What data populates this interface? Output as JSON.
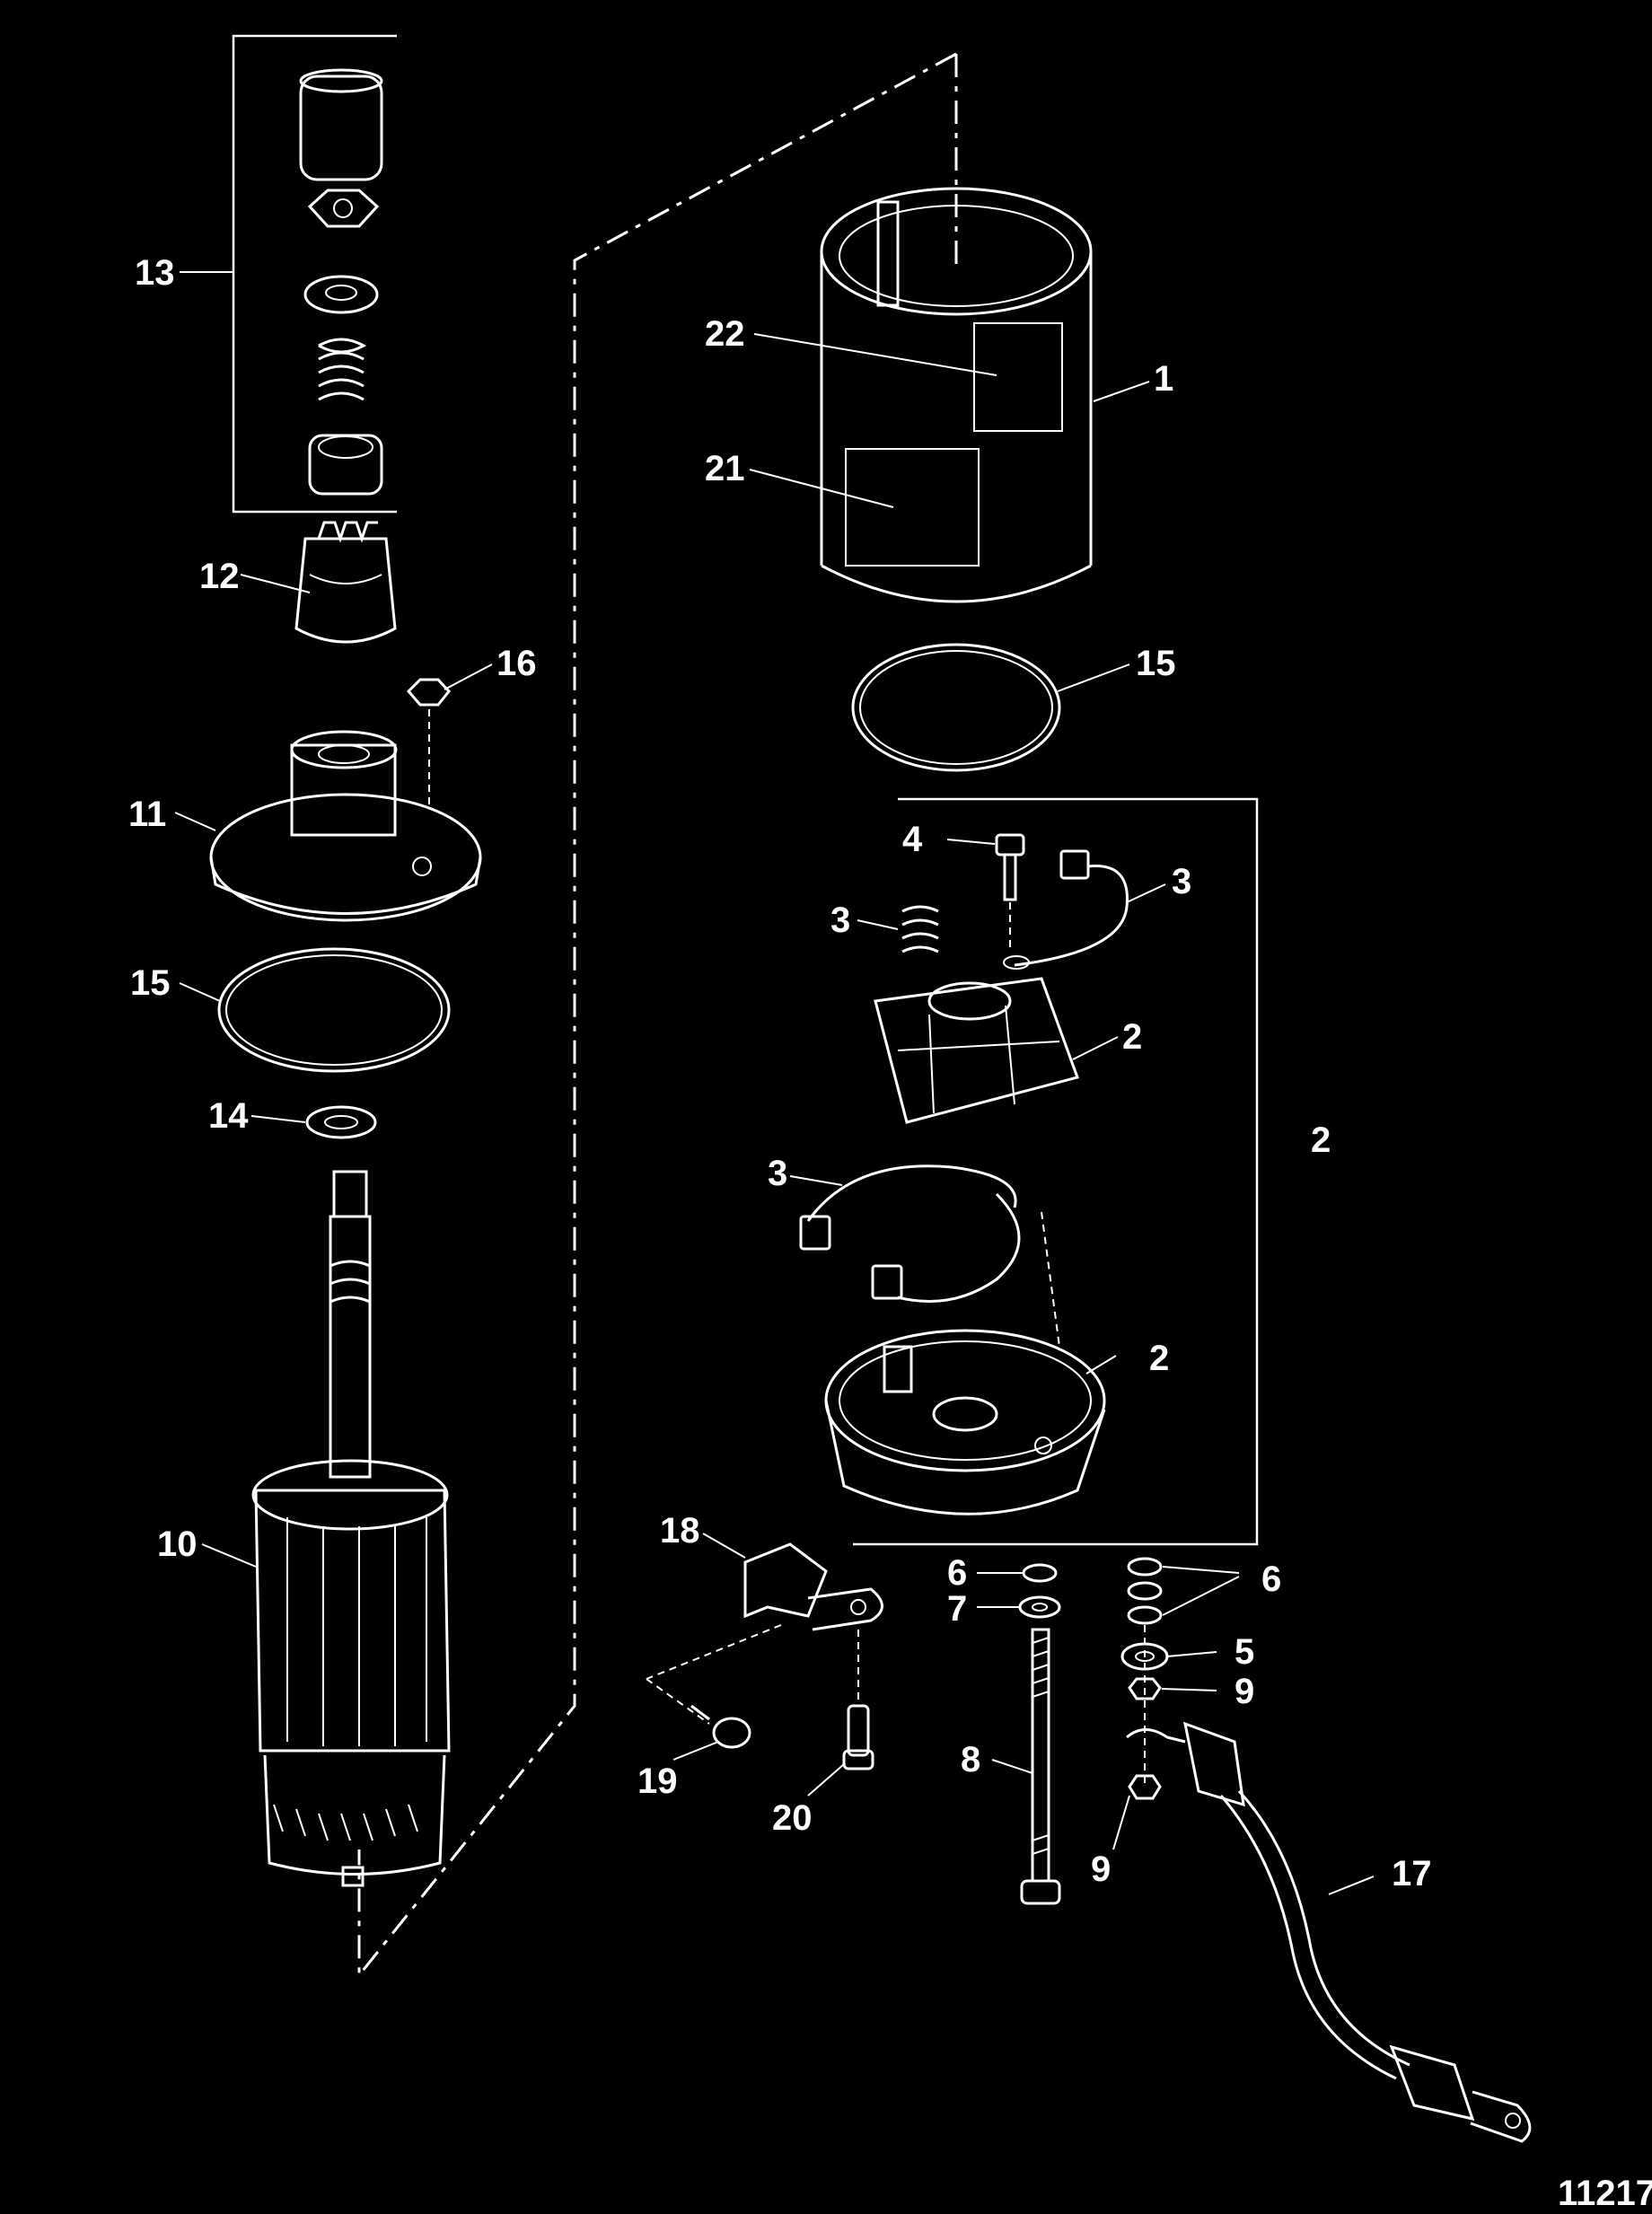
{
  "figure_number": "11217",
  "callouts": [
    {
      "id": "c13",
      "label": "13"
    },
    {
      "id": "c12",
      "label": "12"
    },
    {
      "id": "c16",
      "label": "16"
    },
    {
      "id": "c11",
      "label": "11"
    },
    {
      "id": "c15a",
      "label": "15"
    },
    {
      "id": "c14",
      "label": "14"
    },
    {
      "id": "c10",
      "label": "10"
    },
    {
      "id": "c22",
      "label": "22"
    },
    {
      "id": "c1",
      "label": "1"
    },
    {
      "id": "c21",
      "label": "21"
    },
    {
      "id": "c15b",
      "label": "15"
    },
    {
      "id": "c4",
      "label": "4"
    },
    {
      "id": "c3a",
      "label": "3"
    },
    {
      "id": "c3b",
      "label": "3"
    },
    {
      "id": "c2a",
      "label": "2"
    },
    {
      "id": "c2b",
      "label": "2"
    },
    {
      "id": "c3c",
      "label": "3"
    },
    {
      "id": "c2c",
      "label": "2"
    },
    {
      "id": "c18",
      "label": "18"
    },
    {
      "id": "c6a",
      "label": "6"
    },
    {
      "id": "c6b",
      "label": "6"
    },
    {
      "id": "c7",
      "label": "7"
    },
    {
      "id": "c5",
      "label": "5"
    },
    {
      "id": "c9a",
      "label": "9"
    },
    {
      "id": "c8",
      "label": "8"
    },
    {
      "id": "c9b",
      "label": "9"
    },
    {
      "id": "c17",
      "label": "17"
    },
    {
      "id": "c19",
      "label": "19"
    },
    {
      "id": "c20",
      "label": "20"
    }
  ]
}
